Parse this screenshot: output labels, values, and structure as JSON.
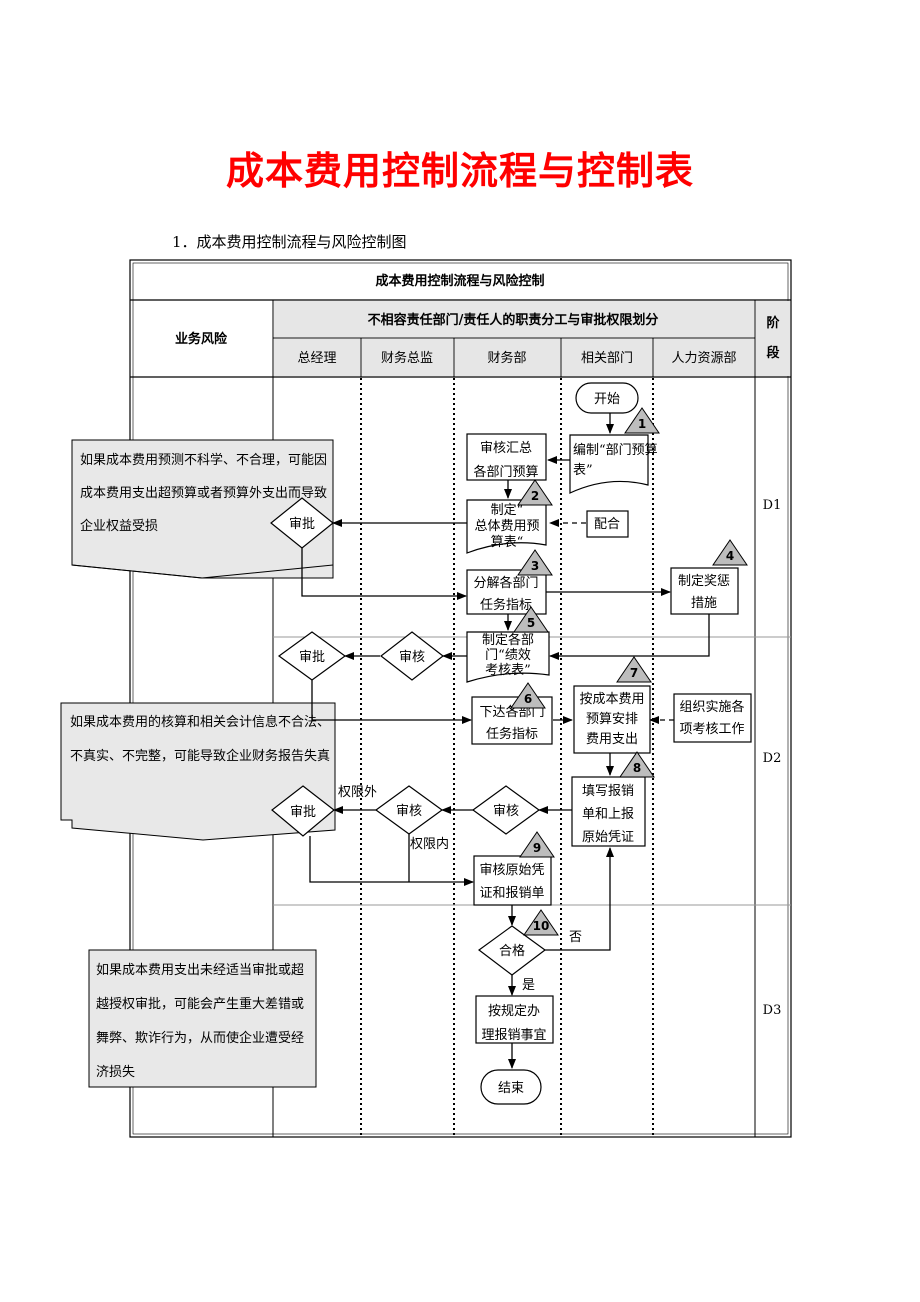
{
  "document": {
    "title": "成本费用控制流程与控制表",
    "subtitle": "1．成本费用控制流程与风险控制图"
  },
  "table": {
    "header_title": "成本费用控制流程与风险控制",
    "risk_header": "业务风险",
    "division_header": "不相容责任部门/责任人的职责分工与审批权限划分",
    "stage_header": "阶段",
    "departments": [
      "总经理",
      "财务总监",
      "财务部",
      "相关部门",
      "人力资源部"
    ],
    "stages": [
      "D1",
      "D2",
      "D3"
    ]
  },
  "risks": [
    "如果成本费用预测不科学、不合理，可能因成本费用支出超预算或者预算外支出而导致企业权益受损",
    "如果成本费用的核算和相关会计信息不合法、不真实、不完整，可能导致企业财务报告失真",
    "如果成本费用支出未经适当审批或超越授权审批，可能会产生重大差错或舞弊、欺诈行为，从而使企业遭受经济损失"
  ],
  "nodes": {
    "start": "开始",
    "n1": "编制“部门预算表”",
    "summary": "审核汇总各部门预算",
    "n2": "制定“总体费用预算表“",
    "cooperate": "配合",
    "approve1": "审批",
    "n3": "分解各部门任务指标",
    "n4": "制定奖惩措施",
    "n5": "制定各部门“绩效考核表”",
    "review1": "审核",
    "approve2": "审批",
    "n6": "下达各部门任务指标",
    "n7": "按成本费用预算安排费用支出",
    "org": "组织实施各项考核工作",
    "n8": "填写报销单和上报原始凭证",
    "review2": "审核",
    "review3": "审核",
    "approve3": "审批",
    "over_limit": "权限外",
    "within_limit": "权限内",
    "n9": "审核原始凭证和报销单",
    "qualified": "合格",
    "no": "否",
    "yes": "是",
    "process": "按规定办理报销事宜",
    "end": "结束"
  },
  "step_numbers": [
    "1",
    "2",
    "3",
    "4",
    "5",
    "6",
    "7",
    "8",
    "9",
    "10"
  ]
}
